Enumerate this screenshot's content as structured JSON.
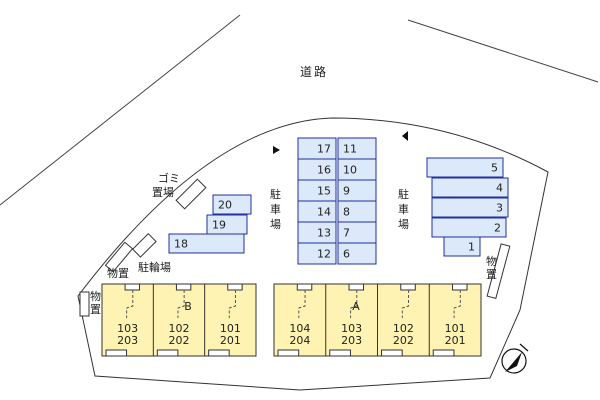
{
  "road": {
    "label": "道路"
  },
  "labels": {
    "parking_left": "駐車場",
    "parking_right": "駐車場",
    "garbage": "ゴミ置場",
    "bicycle": "駐輪場",
    "storage_left_top": "物置",
    "storage_left_mid": "物置",
    "storage_right": "物置"
  },
  "parking": {
    "center_left": [
      "17",
      "16",
      "15",
      "14",
      "13",
      "12"
    ],
    "center_right": [
      "11",
      "10",
      "9",
      "8",
      "7",
      "6"
    ],
    "left": [
      "20",
      "19",
      "18"
    ],
    "right": [
      "5",
      "4",
      "3",
      "2",
      "1"
    ]
  },
  "buildings": {
    "B": {
      "label": "B",
      "units": [
        [
          "103",
          "203"
        ],
        [
          "102",
          "202"
        ],
        [
          "101",
          "201"
        ]
      ]
    },
    "A": {
      "label": "A",
      "units": [
        [
          "104",
          "204"
        ],
        [
          "103",
          "203"
        ],
        [
          "102",
          "202"
        ],
        [
          "101",
          "201"
        ]
      ]
    }
  },
  "colors": {
    "stall_fill": "#dbe9fb",
    "stall_stroke": "#2230a0",
    "building_fill": "#fff3b3"
  },
  "icons": {
    "compass": "compass-north-icon",
    "arrow": "triangle-marker-icon"
  }
}
